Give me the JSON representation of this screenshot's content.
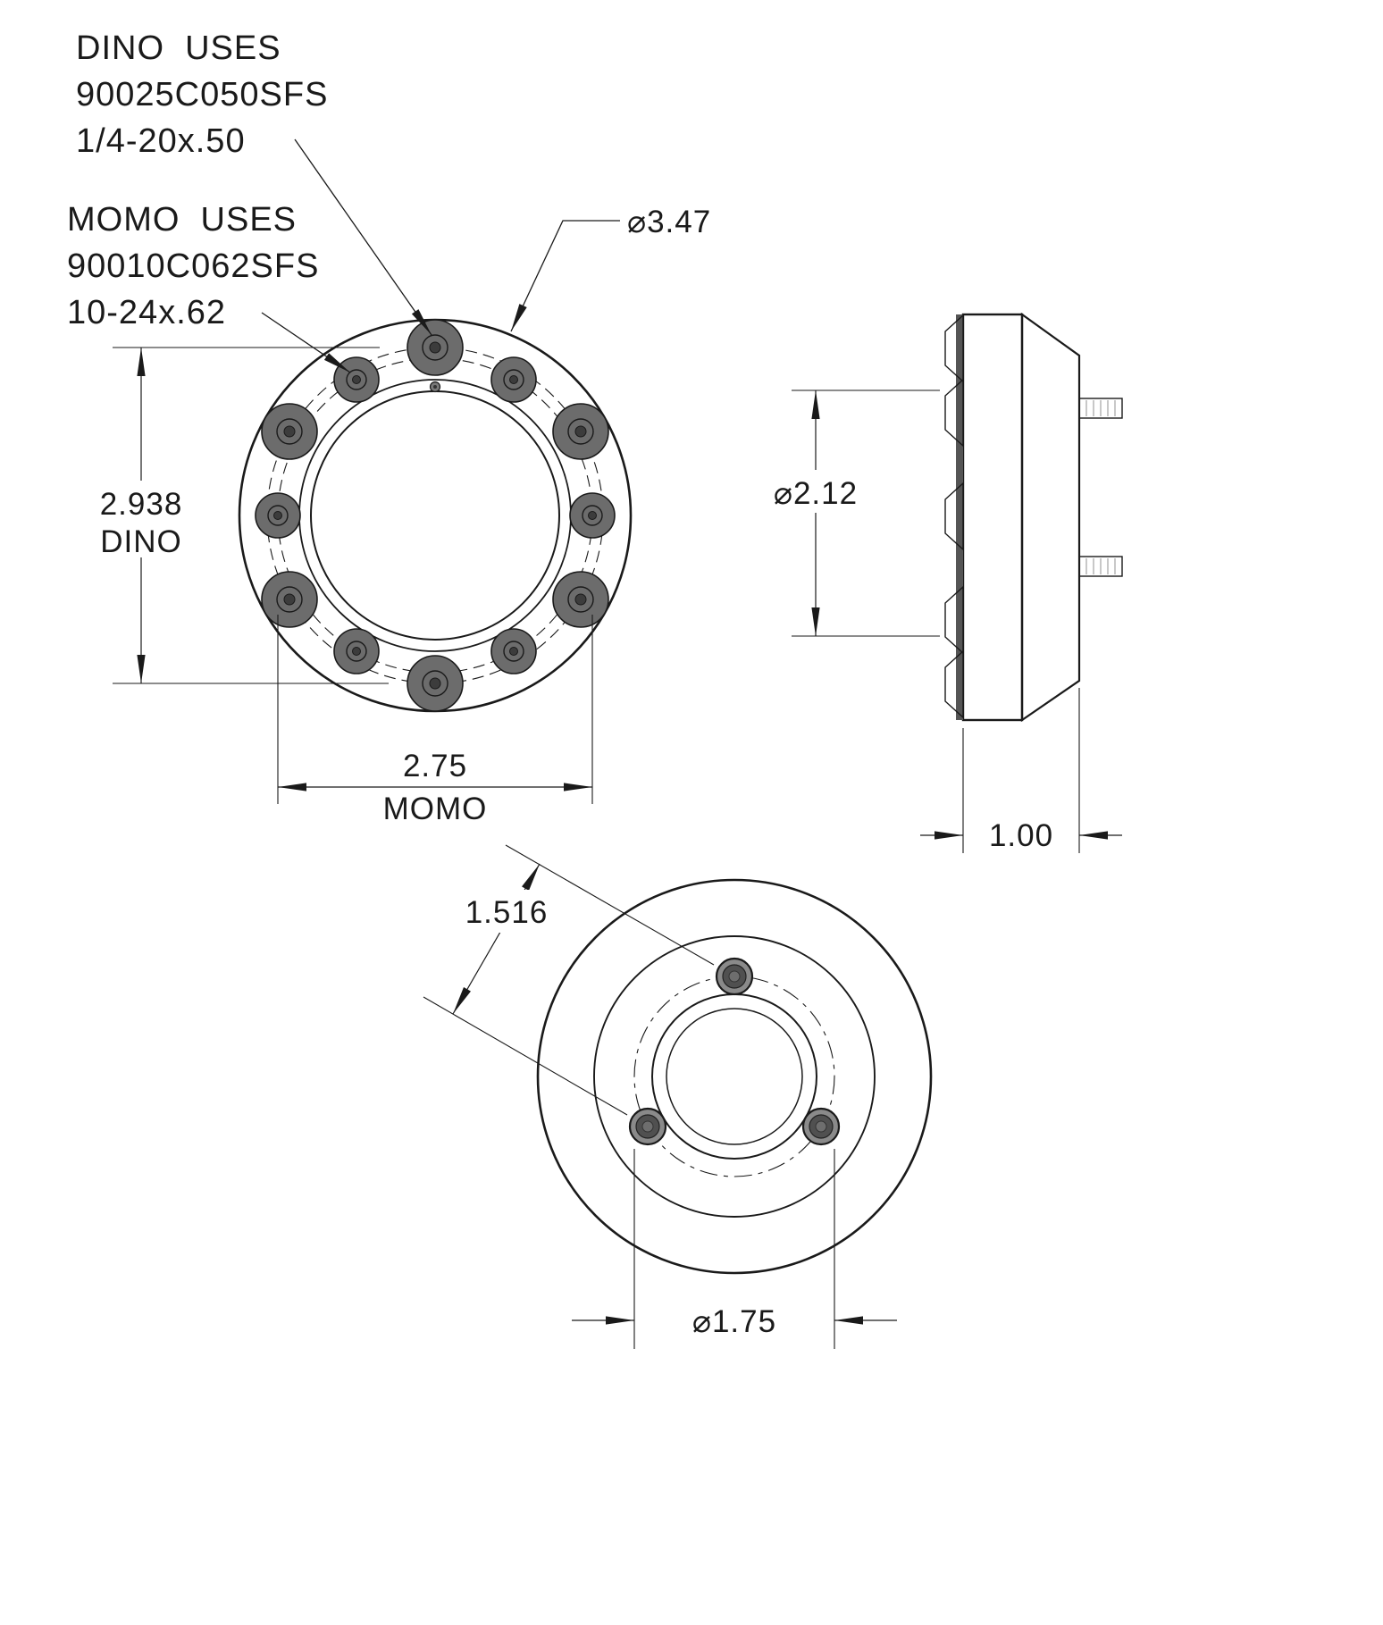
{
  "notes": {
    "dino": {
      "line1": "DINO  USES",
      "line2": "90025C050SFS",
      "line3": "1/4-20x.50"
    },
    "momo": {
      "line1": "MOMO  USES",
      "line2": "90010C062SFS",
      "line3": "10-24x.62"
    }
  },
  "dims": {
    "outer_dia": "⌀3.47",
    "dino_bc": "2.938",
    "dino_bc_label": "DINO",
    "momo_bc": "2.75",
    "momo_bc_label": "MOMO",
    "hub_dia": "⌀2.12",
    "thickness": "1.00",
    "hole_spacing": "1.516",
    "rear_bc": "⌀1.75"
  },
  "colors": {
    "line": "#1a1a1a",
    "body_gray": "#8f8f8f",
    "inner_gray": "#949494",
    "bolt_gray": "#6c6c6c",
    "dark_hardware": "#2f2f2f",
    "background": "#ffffff"
  }
}
